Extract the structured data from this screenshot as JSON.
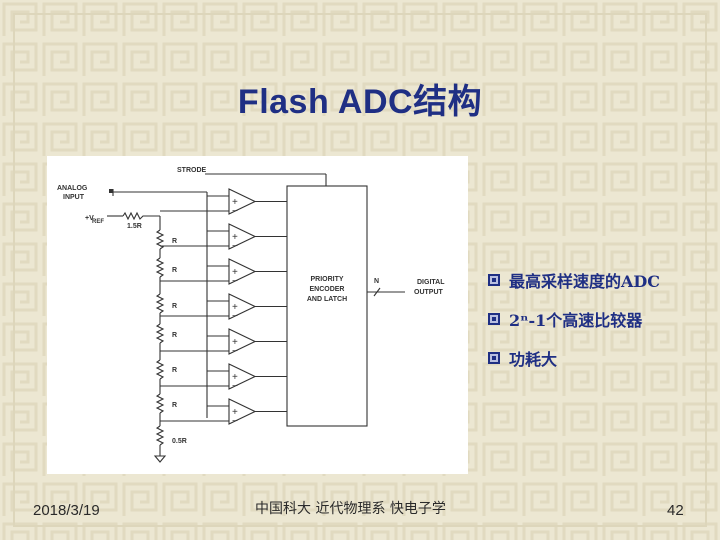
{
  "slide": {
    "title": "Flash ADC结构",
    "background_color": "#ece7d2",
    "accent_color": "#1f2f84",
    "bullet_icon": "square-bullet-icon",
    "bullets": [
      {
        "text": "最高采样速度的ADC"
      },
      {
        "text": "2ⁿ-1个高速比较器"
      },
      {
        "text": "功耗大"
      }
    ]
  },
  "diagram": {
    "strobe": "STRODE",
    "analog_input_line1": "ANALOG",
    "analog_input_line2": "INPUT",
    "vref": "+V",
    "vref_sub": "REF",
    "top_resistor": "1.5R",
    "resistors": [
      "R",
      "R",
      "R",
      "R",
      "R",
      "R"
    ],
    "bottom_resistor": "0.5R",
    "encoder_line1": "PRIORITY",
    "encoder_line2": "ENCODER",
    "encoder_line3": "AND LATCH",
    "bus_width": "N",
    "output_line1": "DIGITAL",
    "output_line2": "OUTPUT"
  },
  "footer": {
    "date": "2018/3/19",
    "organization": "中国科大 近代物理系 快电子学",
    "page_number": "42"
  }
}
